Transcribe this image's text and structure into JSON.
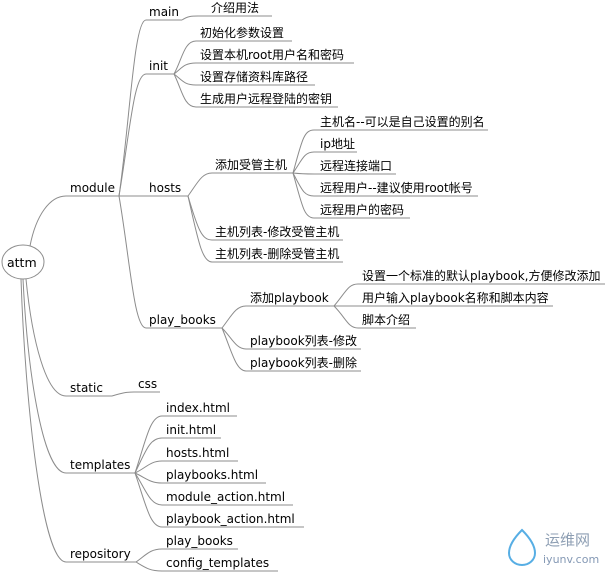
{
  "colors": {
    "line": "#8c8c8c",
    "text": "#000000",
    "watermark": "#6f87a8",
    "watermark_drop": "#3aa0e0"
  },
  "root": {
    "label": "attm"
  },
  "branches": {
    "module": {
      "label": "module",
      "main": {
        "label": "main",
        "children": [
          "介绍用法"
        ]
      },
      "init": {
        "label": "init",
        "children": [
          "初始化参数设置",
          "设置本机root用户名和密码",
          "设置存储资料库路径",
          "生成用户远程登陆的密钥"
        ]
      },
      "hosts": {
        "label": "hosts",
        "add": {
          "label": "添加受管主机",
          "children": [
            "主机名--可以是自己设置的别名",
            "ip地址",
            "远程连接端口",
            "远程用户--建议使用root帐号",
            "远程用户的密码"
          ]
        },
        "list_modify": "主机列表-修改受管主机",
        "list_delete": "主机列表-删除受管主机"
      },
      "play_books": {
        "label": "play_books",
        "add": {
          "label": "添加playbook",
          "children": [
            "设置一个标准的默认playbook,方便修改添加",
            "用户输入playbook名称和脚本内容",
            "脚本介绍"
          ]
        },
        "list_modify": "playbook列表-修改",
        "list_delete": "playbook列表-删除"
      }
    },
    "static": {
      "label": "static",
      "children": [
        "css"
      ]
    },
    "templates": {
      "label": "templates",
      "children": [
        "index.html",
        "init.html",
        "hosts.html",
        "playbooks.html",
        "module_action.html",
        "playbook_action.html"
      ]
    },
    "repository": {
      "label": "repository",
      "children": [
        "play_books",
        "config_templates"
      ]
    }
  },
  "watermark": {
    "name": "运维网",
    "url": "iyunv.com"
  }
}
